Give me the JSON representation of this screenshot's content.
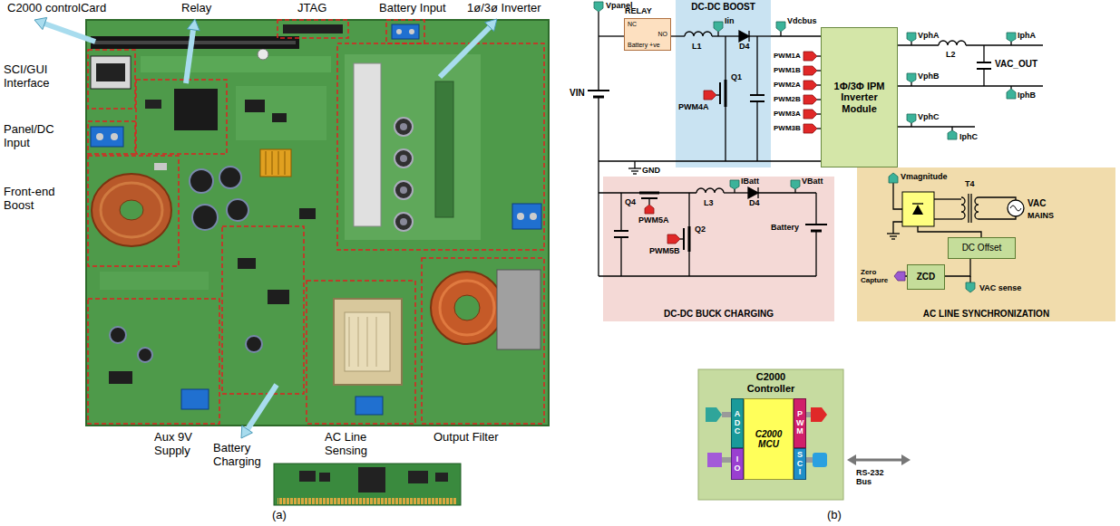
{
  "diagram": {
    "nodes": [
      {
        "text": [
          "RELAY",
          "NC",
          "NO",
          "Battery +ve"
        ]
      },
      {
        "text": [
          "DC-DC BOOST"
        ]
      },
      {
        "text": [
          "1Φ/3Φ IPM Inverter Module"
        ]
      },
      {
        "text": [
          "DC-DC BUCK CHARGING"
        ]
      },
      {
        "text": [
          "AC LINE SYNCHRONIZATION"
        ]
      },
      {
        "text": [
          "DC Offset"
        ],
        "in": 4
      },
      {
        "text": [
          "ZCD"
        ],
        "in": 4
      },
      {
        "text": [
          "C2000 Controller"
        ]
      },
      {
        "text": [
          "ADC"
        ],
        "in": 7
      },
      {
        "text": [
          "C2000 MCU"
        ],
        "in": 7
      },
      {
        "text": [
          "PWM"
        ],
        "in": 7
      },
      {
        "text": [
          "IO"
        ],
        "in": 7
      },
      {
        "text": [
          "SCI"
        ],
        "in": 7
      }
    ],
    "edges": [
      {
        "from": 0,
        "to": 1,
        "arrow": "none"
      },
      {
        "from": 1,
        "to": 2,
        "arrow": "none"
      },
      {
        "from": 1,
        "to": 2,
        "arrow": "none"
      },
      {
        "from": 5,
        "to": 6,
        "arrow": "none"
      }
    ],
    "labels": [
      "C2000 controlCard",
      "Relay",
      "JTAG",
      "Battery Input",
      "1ø/3ø Inverter",
      "SCI/GUI Interface",
      "Panel/DC Input",
      "Front-end Boost",
      "Aux 9V Supply",
      "Battery Charging",
      "AC Line Sensing",
      "Output Filter",
      "(a)",
      "(b)",
      "Vpanel",
      "VIN",
      "GND",
      "L1",
      "Iin",
      "D4",
      "Vdcbus",
      "Q1",
      "PWM4A",
      "PWM1A",
      "PWM1B",
      "PWM2A",
      "PWM2B",
      "PWM3A",
      "PWM3B",
      "VphA",
      "L2",
      "IphA",
      "VAC_OUT",
      "VphB",
      "IphB",
      "VphC",
      "IphC",
      "Q4",
      "PWM5A",
      "Q2",
      "PWM5B",
      "L3",
      "IBatt",
      "D4",
      "VBatt",
      "Battery",
      "Vmagnitude",
      "T4",
      "VAC",
      "MAINS",
      "Zero Capture",
      "VAC sense",
      "RS-232 Bus"
    ]
  }
}
